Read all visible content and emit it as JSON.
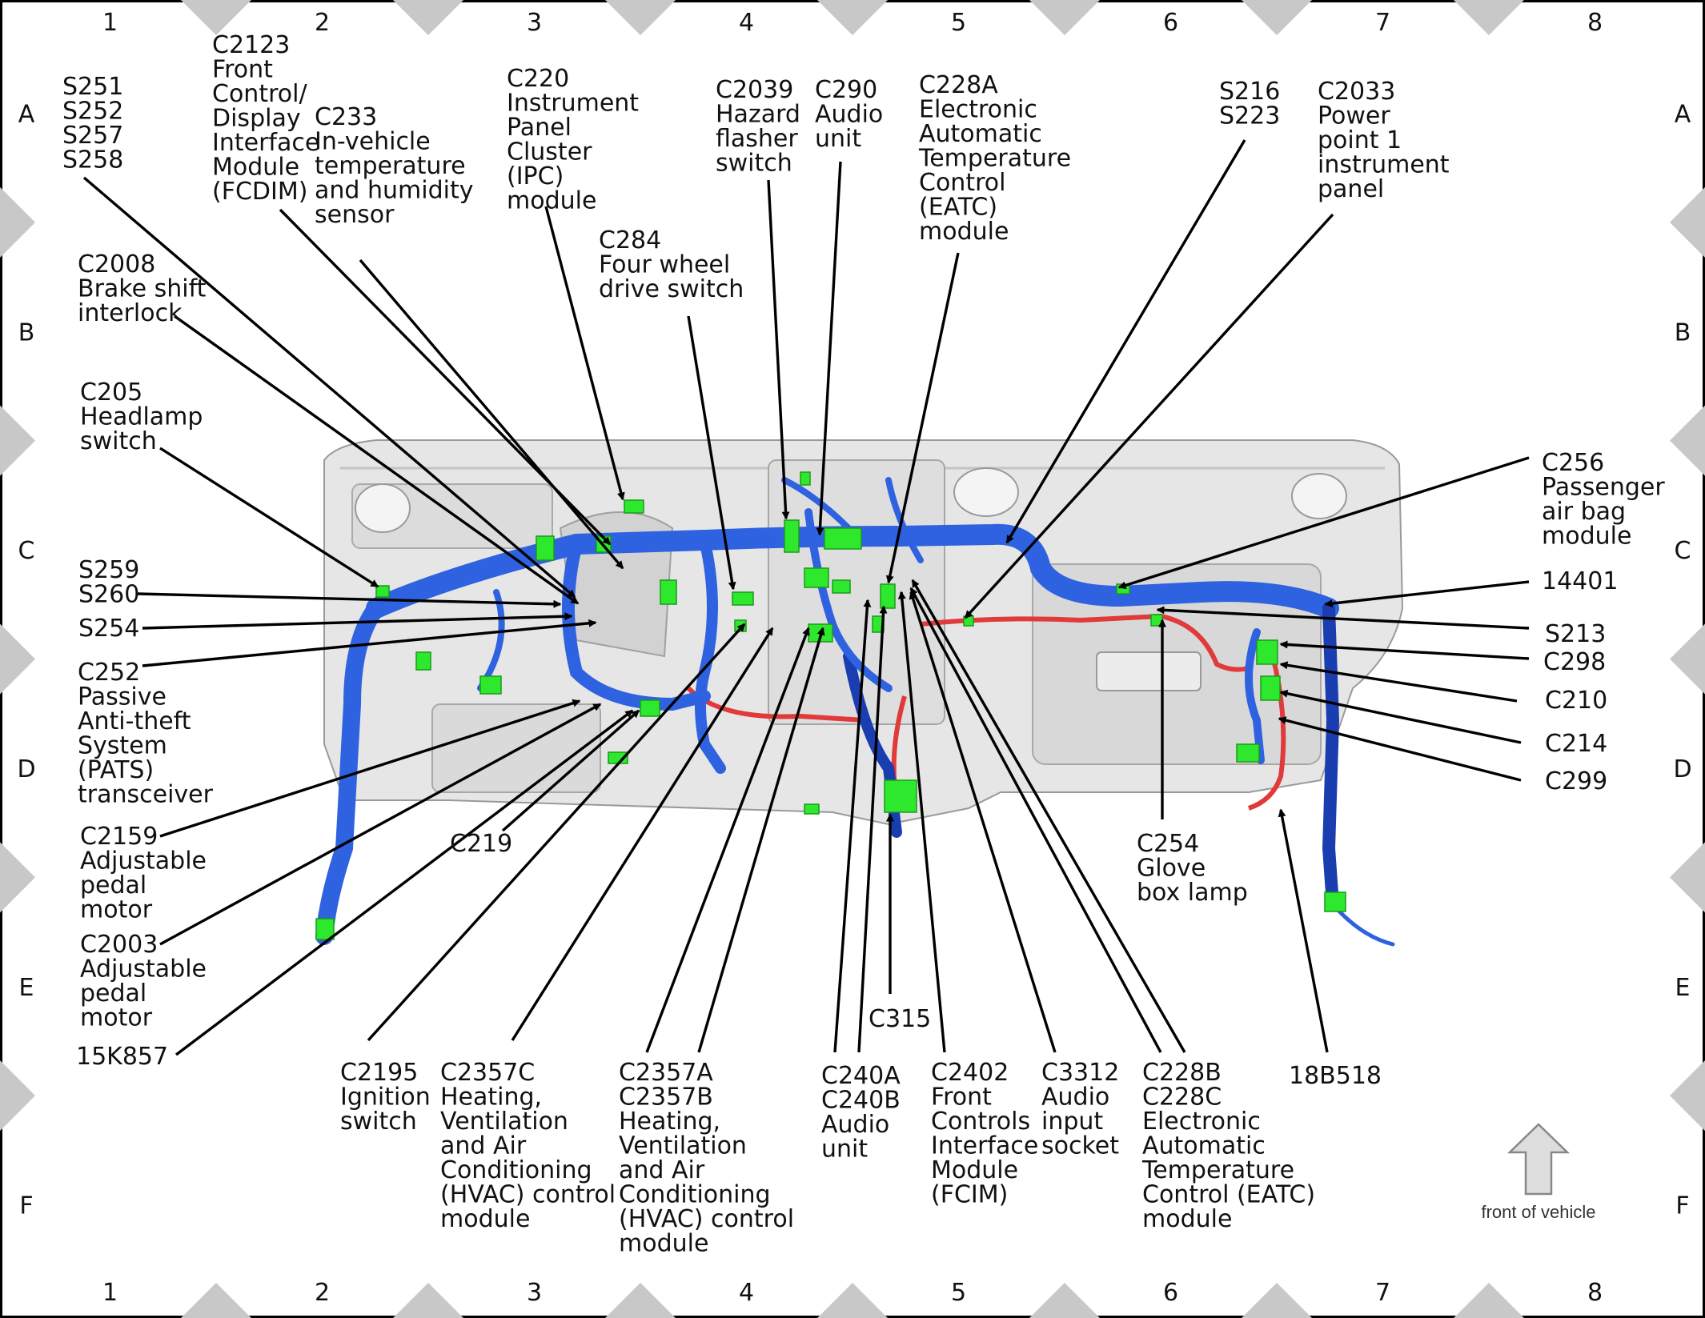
{
  "frame": {
    "columns": [
      "1",
      "2",
      "3",
      "4",
      "5",
      "6",
      "7",
      "8"
    ],
    "rows": [
      "A",
      "B",
      "C",
      "D",
      "E",
      "F"
    ]
  },
  "colors": {
    "harness_blue": "#2f62e0",
    "harness_dark": "#1a3db0",
    "connector_green": "#2ee82e",
    "wire_red": "#e03a3a",
    "panel_gray": "#d4d4d4",
    "border_diamond": "#c8c8c8"
  },
  "arrow": {
    "label": "front of vehicle",
    "icon": "up-arrow-icon"
  },
  "labels": {
    "s251": [
      "S251",
      "S252",
      "S257",
      "S258"
    ],
    "c2123": [
      "C2123",
      "Front",
      "Control/",
      "Display",
      "Interface",
      "Module",
      "(FCDIM)"
    ],
    "c233": [
      "C233",
      "In-vehicle",
      "temperature",
      "and humidity",
      "sensor"
    ],
    "c220": [
      "C220",
      "Instrument",
      "Panel",
      "Cluster",
      "(IPC)",
      "module"
    ],
    "c284": [
      "C284",
      "Four wheel",
      "drive switch"
    ],
    "c2039": [
      "C2039",
      "Hazard",
      "flasher",
      "switch"
    ],
    "c290": [
      "C290",
      "Audio",
      "unit"
    ],
    "c228a": [
      "C228A",
      "Electronic",
      "Automatic",
      "Temperature",
      "Control",
      "(EATC)",
      "module"
    ],
    "s216": [
      "S216",
      "S223"
    ],
    "c2033": [
      "C2033",
      "Power",
      "point 1",
      "instrument",
      "panel"
    ],
    "c2008": [
      "C2008",
      "Brake shift",
      "interlock"
    ],
    "c205": [
      "C205",
      "Headlamp",
      "switch"
    ],
    "s259": [
      "S259",
      "S260"
    ],
    "s254": [
      "S254"
    ],
    "c252": [
      "C252",
      "Passive",
      "Anti-theft",
      "System",
      "(PATS)",
      "transceiver"
    ],
    "c2159": [
      "C2159",
      "Adjustable",
      "pedal",
      "motor"
    ],
    "c2003": [
      "C2003",
      "Adjustable",
      "pedal",
      "motor"
    ],
    "k15857": [
      "15K857"
    ],
    "c219": [
      "C219"
    ],
    "c2195": [
      "C2195",
      "Ignition",
      "switch"
    ],
    "c2357c": [
      "C2357C",
      "Heating,",
      "Ventilation",
      "and Air",
      "Conditioning",
      "(HVAC) control",
      "module"
    ],
    "c2357a": [
      "C2357A",
      "C2357B",
      "Heating,",
      "Ventilation",
      "and Air",
      "Conditioning",
      "(HVAC) control",
      "module"
    ],
    "c240a": [
      "C240A",
      "C240B",
      "Audio",
      "unit"
    ],
    "c315": [
      "C315"
    ],
    "c2402": [
      "C2402",
      "Front",
      "Controls",
      "Interface",
      "Module",
      "(FCIM)"
    ],
    "c3312": [
      "C3312",
      "Audio",
      "input",
      "socket"
    ],
    "c228b": [
      "C228B",
      "C228C",
      "Electronic",
      "Automatic",
      "Temperature",
      "Control (EATC)",
      "module"
    ],
    "b18518": [
      "18B518"
    ],
    "c256": [
      "C256",
      "Passenger",
      "air bag",
      "module"
    ],
    "n14401": [
      "14401"
    ],
    "s213": [
      "S213"
    ],
    "c298": [
      "C298"
    ],
    "c210": [
      "C210"
    ],
    "c214": [
      "C214"
    ],
    "c299": [
      "C299"
    ],
    "c254": [
      "C254",
      "Glove",
      "box lamp"
    ]
  }
}
